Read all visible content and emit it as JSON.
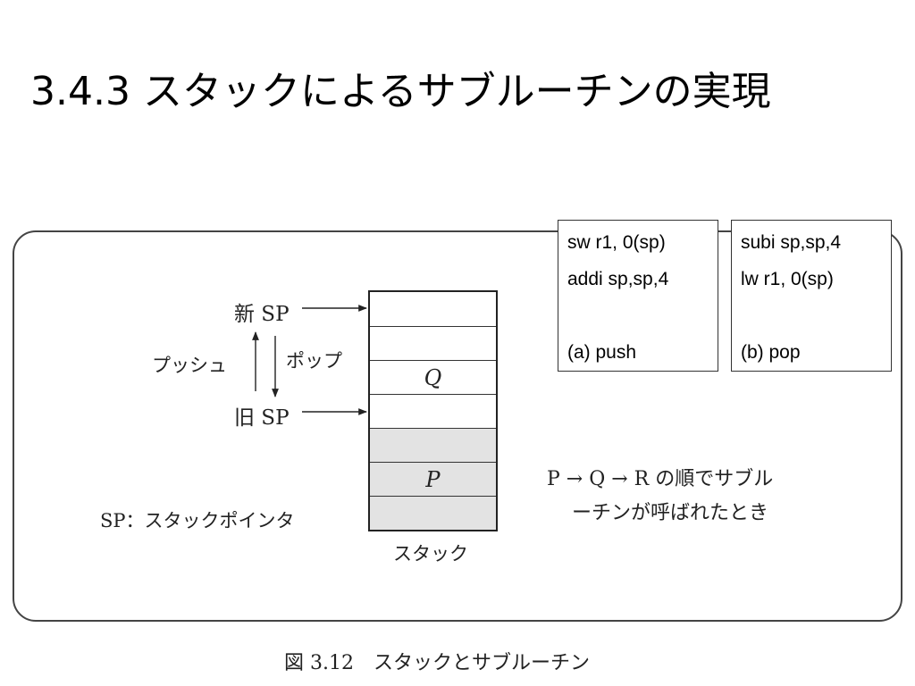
{
  "title": "3.4.3 スタックによるサブルーチンの実現",
  "push_box": {
    "lines": [
      "sw r1, 0(sp)",
      "addi sp,sp,4"
    ],
    "caption": "(a) push"
  },
  "pop_box": {
    "lines": [
      "subi sp,sp,4",
      "lw r1, 0(sp)"
    ],
    "caption": "(b) pop"
  },
  "diagram": {
    "new_sp": "新 SP",
    "old_sp": "旧 SP",
    "push_label": "プッシュ",
    "pop_label": "ポップ",
    "cell_q": "Q",
    "cell_p": "P",
    "stack_label": "スタック",
    "legend": "SP：スタックポインタ",
    "note_line1": "P → Q → R の順でサブル",
    "note_line2": "ーチンが呼ばれたとき"
  },
  "figure_caption": "図 3.12　スタックとサブルーチン"
}
